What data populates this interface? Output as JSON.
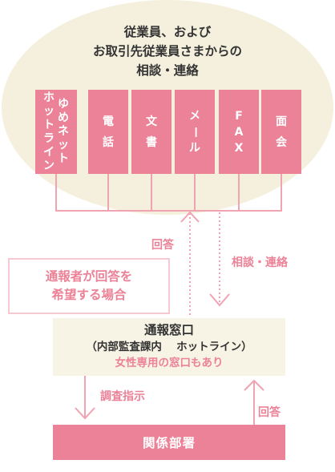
{
  "colors": {
    "ellipse": "#f4f0dd",
    "pink": "#eb8297",
    "line": "#f0a3b1",
    "note_border": "#f6c9d2",
    "window_bg": "#f7f4e6",
    "text": "#333333"
  },
  "title": {
    "line1": "従業員、および",
    "line2": "お取引先従業員さまからの",
    "line3": "相談・連絡"
  },
  "channels": {
    "yume": {
      "col1": [
        "ゆ",
        "め",
        "ネ",
        "ッ",
        "ト"
      ],
      "col2": [
        "ホ",
        "ッ",
        "ト",
        "ラ",
        "イ",
        "ン"
      ]
    },
    "phone": [
      "電",
      "話"
    ],
    "document": [
      "文",
      "書"
    ],
    "mail": [
      "メ",
      "ー",
      "ル"
    ],
    "fax": [
      "F",
      "A",
      "X"
    ],
    "meeting": [
      "面",
      "会"
    ]
  },
  "note": {
    "line1": "通報者が回答を",
    "line2": "希望する場合"
  },
  "labels": {
    "answer_top": "回答",
    "consult": "相談・連絡",
    "investigate": "調査指示",
    "answer_bottom": "回答"
  },
  "window": {
    "title": "通報窓口",
    "subtitle": "（内部監査課内　 ホットライン）",
    "women": "女性専用の窓口もあり"
  },
  "department": "関係部署"
}
